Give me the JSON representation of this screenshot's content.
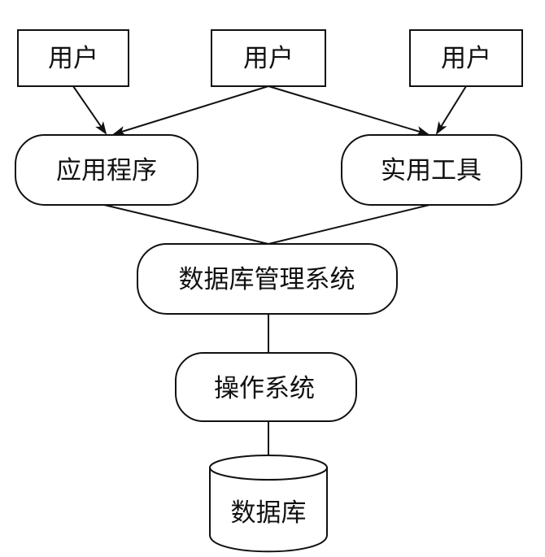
{
  "diagram": {
    "users": [
      {
        "label": "用户"
      },
      {
        "label": "用户"
      },
      {
        "label": "用户"
      }
    ],
    "application": {
      "label": "应用程序"
    },
    "utility": {
      "label": "实用工具"
    },
    "dbms": {
      "label": "数据库管理系统"
    },
    "os": {
      "label": "操作系统"
    },
    "database": {
      "label": "数据库"
    }
  },
  "colors": {
    "stroke": "#111111",
    "background": "#ffffff"
  }
}
